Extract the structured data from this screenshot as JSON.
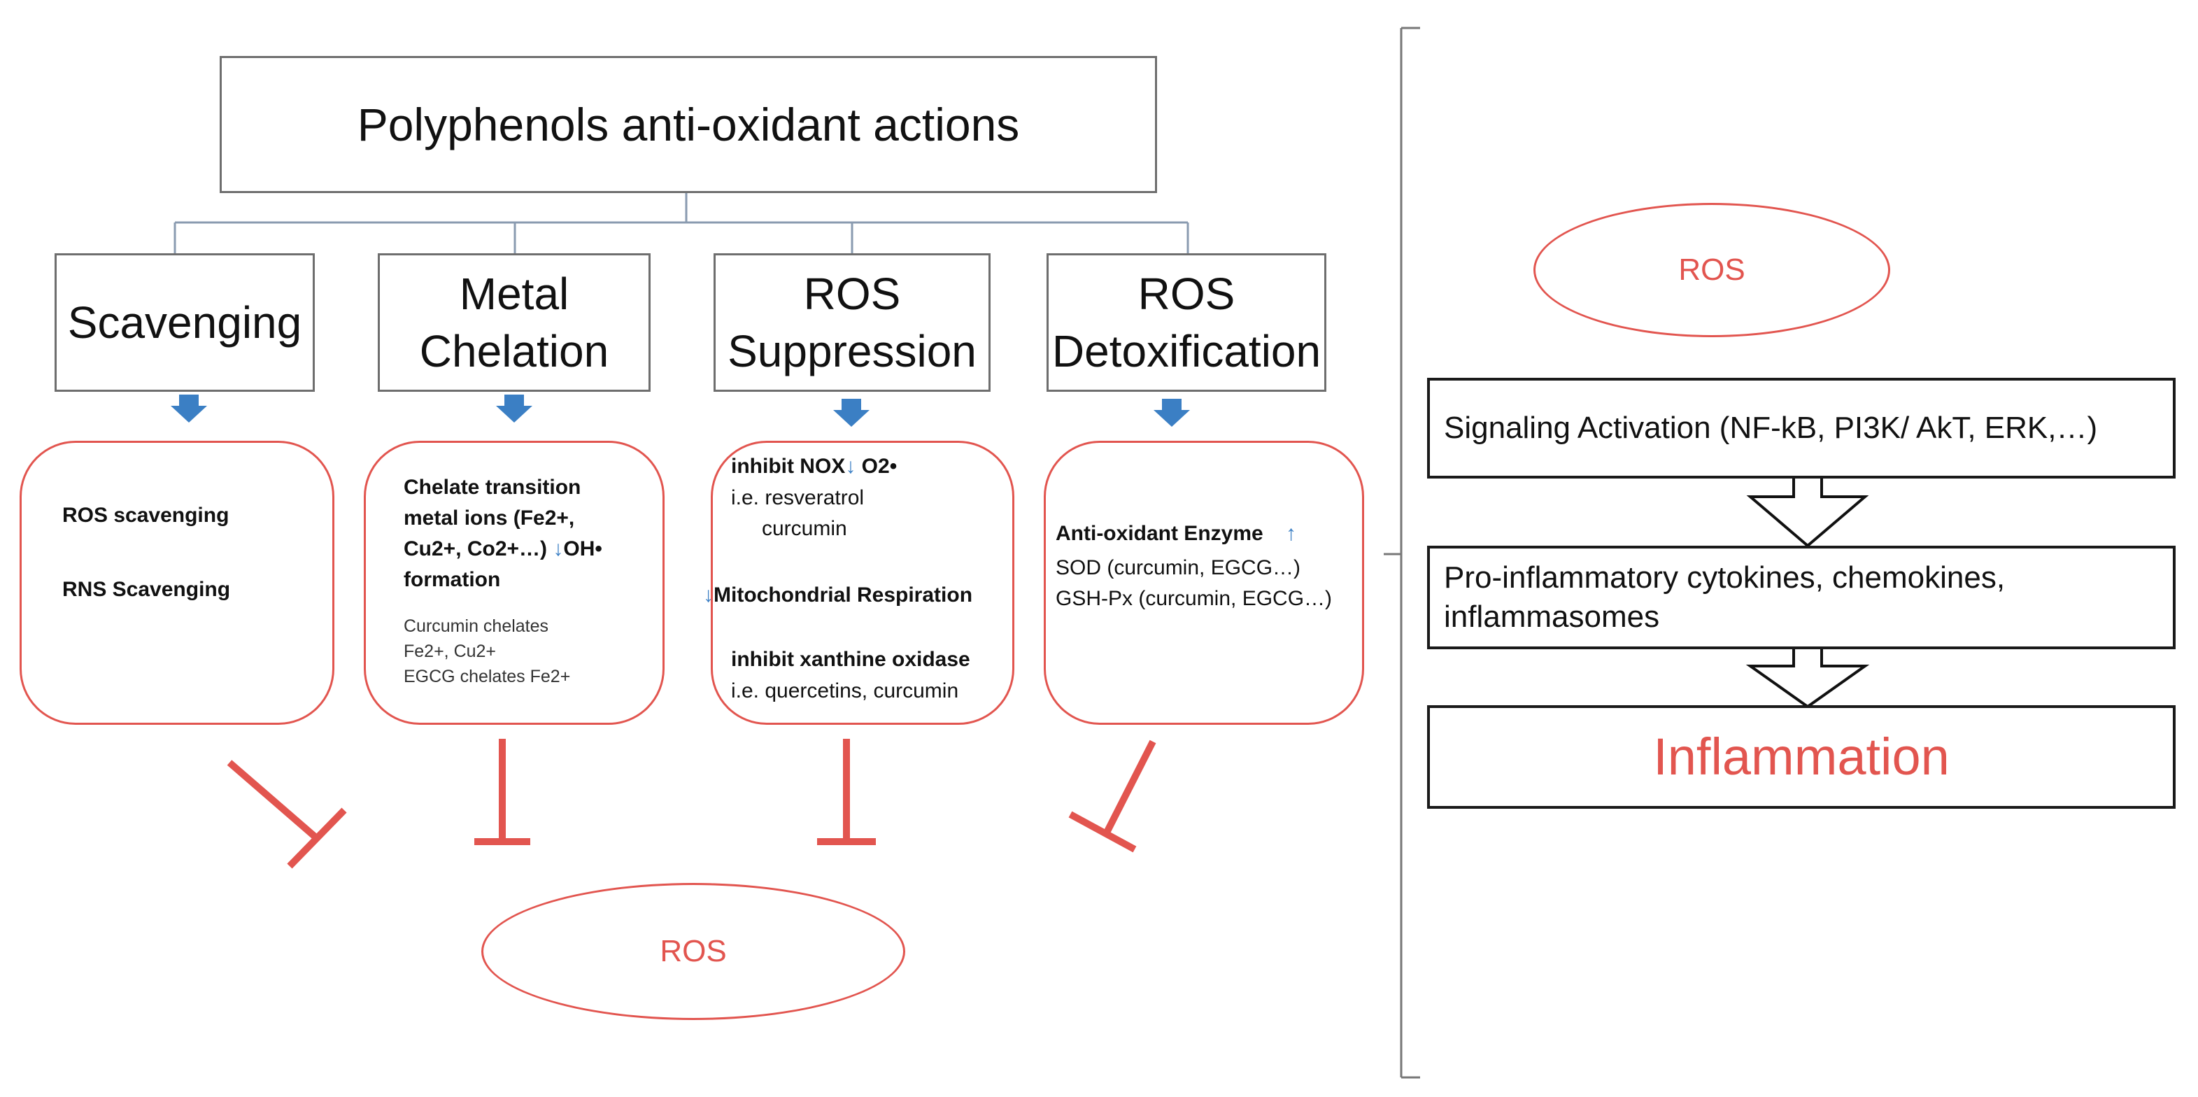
{
  "title": "Polyphenols anti-oxidant actions",
  "categories": [
    {
      "line1": "Scavenging",
      "line2": ""
    },
    {
      "line1": "Metal",
      "line2": "Chelation"
    },
    {
      "line1": "ROS",
      "line2": "Suppression"
    },
    {
      "line1": "ROS",
      "line2": "Detoxification"
    }
  ],
  "details": {
    "scavenging": {
      "item1": "ROS scavenging",
      "item2": "RNS Scavenging"
    },
    "chelation": {
      "line1": "Chelate transition",
      "line2": "metal ions  (Fe2+,",
      "line3a": "Cu2+, Co2+…)",
      "line3b": "OH•",
      "line4": "formation",
      "ex1": "Curcumin chelates",
      "ex2": "Fe2+, Cu2+",
      "ex3": "EGCG chelates Fe2+"
    },
    "suppression": {
      "a1": "inhibit NOX",
      "a2": "O2•",
      "a3": "i.e. resveratrol",
      "a4": "curcumin",
      "b1": "Mitochondrial Respiration",
      "c1": "inhibit xanthine oxidase",
      "c2": "i.e. quercetins, curcumin"
    },
    "detox": {
      "d1": "Anti-oxidant Enzyme",
      "d2": "SOD (curcumin, EGCG…)",
      "d3": "GSH-Px (curcumin, EGCG…)"
    }
  },
  "ros_bottom": "ROS",
  "right_panel": {
    "ros": "ROS",
    "signaling": "Signaling Activation (NF-kB, PI3K/ AkT, ERK,…)",
    "cytokines_line1": "Pro-inflammatory cytokines, chemokines,",
    "cytokines_line2": "inflammasomes",
    "inflammation": "Inflammation"
  },
  "colors": {
    "accent_red": "#e2554f",
    "arrow_blue": "#3b7fc4",
    "box_border": "#6e6e6e"
  }
}
